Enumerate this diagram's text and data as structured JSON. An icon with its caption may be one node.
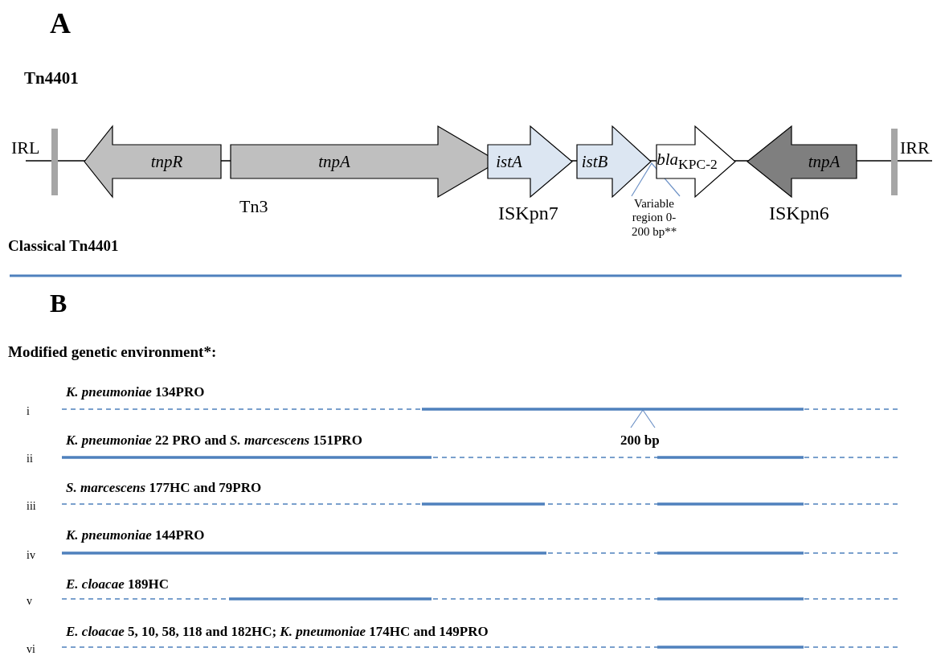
{
  "diagram": {
    "nodes": [
      {
        "text": [
          "tnpR"
        ]
      },
      {
        "text": [
          "tnpA"
        ]
      },
      {
        "text": [
          "istA"
        ]
      },
      {
        "text": [
          "istB"
        ]
      },
      {
        "text": [
          "*bla*$_{KPC-2}$"
        ]
      },
      {
        "text": [
          "tnpA"
        ]
      }
    ],
    "labels": [
      "A",
      "Tn4401",
      "IRL",
      "IRR",
      "Tn3",
      "ISKpn7",
      "Variable region 0-200 bp**",
      "ISKpn6",
      "Classical Tn4401",
      "B",
      "Modified genetic environment*:",
      "*K. pneumoniae* 134PRO",
      "i",
      "200 bp",
      "*K. pneumoniae* 22 PRO and *S. marcescens* 151PRO",
      "ii",
      "*S. marcescens* 177HC and 79PRO",
      "iii",
      "*K. pneumoniae* 144PRO",
      "iv",
      "*E. cloacae* 189HC",
      "v",
      "*E. cloacae* 5, 10, 58, 118 and 182HC; *K. pneumoniae* 174HC and 149PRO",
      "vi"
    ]
  }
}
